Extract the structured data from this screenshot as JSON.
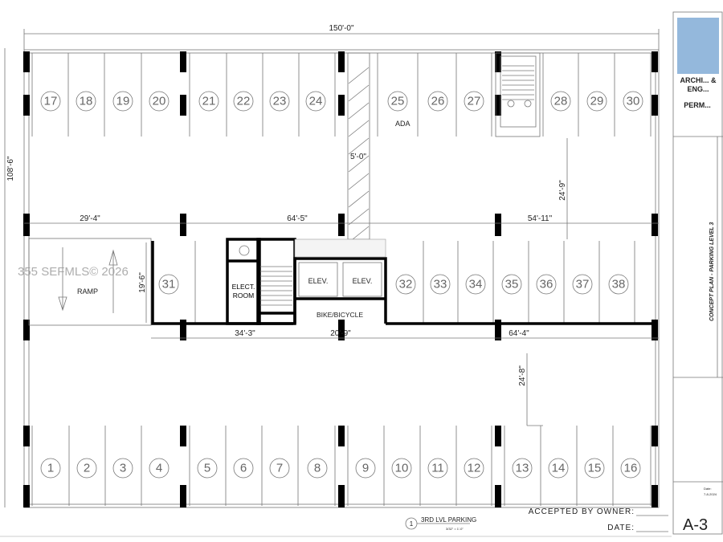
{
  "plan": {
    "overall_width_dim": "150'-0\"",
    "overall_depth_dim": "108'-6\"",
    "dims_mid_top": [
      "29'-4\"",
      "64'-5\"",
      "54'-11\""
    ],
    "dims_mid_bottom": [
      "34'-3\"",
      "20'-9\"",
      "64'-4\""
    ],
    "dim_walkway": "5'-0\"",
    "dim_aisle_top": "24'-9\"",
    "dim_aisle_bottom": "24'-8\"",
    "dim_stall_depth": "19'-6\"",
    "labels": {
      "ada": "ADA",
      "ramp": "RAMP",
      "elect_room": "ELECT. ROOM",
      "elev1": "ELEV.",
      "elev2": "ELEV.",
      "bike": "BIKE/BICYCLE"
    },
    "top_stalls": [
      "17",
      "18",
      "19",
      "20",
      "21",
      "22",
      "23",
      "24",
      "25",
      "26",
      "27",
      "28",
      "29",
      "30"
    ],
    "middle_stalls": [
      "31",
      "32",
      "33",
      "34",
      "35",
      "36",
      "37",
      "38"
    ],
    "bottom_stalls": [
      "1",
      "2",
      "3",
      "4",
      "5",
      "6",
      "7",
      "8",
      "9",
      "10",
      "11",
      "12",
      "13",
      "14",
      "15",
      "16"
    ]
  },
  "drawing_title": {
    "number": "1",
    "title": "3RD LVL PARKING",
    "scale": "3/32\" = 1'-0\""
  },
  "acceptance": {
    "accepted_by": "ACCEPTED BY OWNER:",
    "date": "DATE:"
  },
  "title_block": {
    "firm": "ARCHI... & ENG...",
    "permit": "PERM...",
    "sheet_title": "CONCEPT PLAN - PARKING LEVEL 3",
    "sheet_no": "A-3",
    "date_label": "Date:",
    "date_value": "7-8-2024"
  },
  "watermark": "355 SEFMLS© 2026"
}
